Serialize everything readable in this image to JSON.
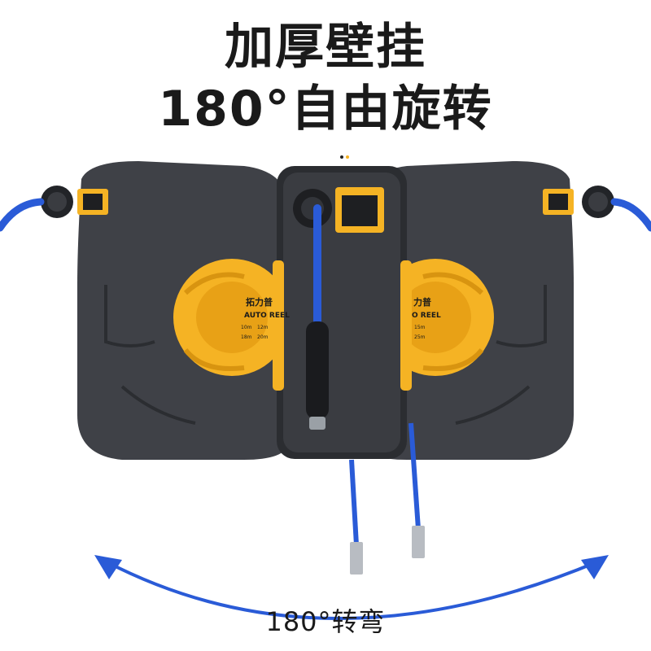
{
  "headline": {
    "line1": "加厚壁挂",
    "line2": "180°自由旋转"
  },
  "caption": "180°转弯",
  "reel_label": {
    "left_brand": "拓力普",
    "left_model": "AUTO REEL",
    "right_brand": "力普",
    "right_model": "O REEL",
    "lengths": [
      "10m",
      "12m",
      "15m",
      "18m",
      "20m",
      "25m"
    ]
  },
  "colors": {
    "housing": "#3f4147",
    "housing_dark": "#2b2d31",
    "drum": "#f5b324",
    "drum_dark": "#d89410",
    "hose": "#2a5bd7",
    "arrow": "#2a5bd7",
    "dot1": "#222222",
    "dot2": "#f5b324"
  }
}
